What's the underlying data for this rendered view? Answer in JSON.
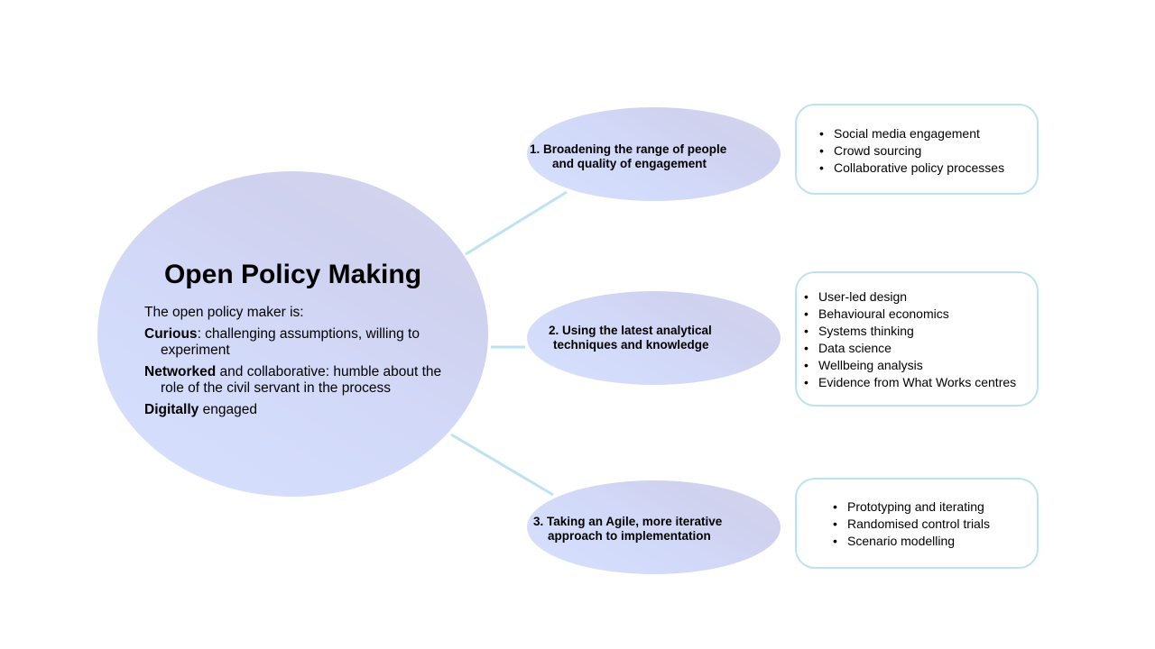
{
  "center": {
    "title": "Open Policy Making",
    "intro": "The open policy maker is:",
    "traits": [
      {
        "bold": "Curious",
        "rest": ": challenging assumptions, willing to",
        "cont": "experiment"
      },
      {
        "bold": "Networked",
        "rest": " and collaborative: humble about the",
        "cont": "role of the civil servant in the process"
      },
      {
        "bold": "Digitally",
        "rest": " engaged"
      }
    ]
  },
  "branches": [
    {
      "line1": "1. Broadening the range of people",
      "line2": "and quality of engagement",
      "items": [
        "Social media engagement",
        "Crowd sourcing",
        "Collaborative policy processes"
      ]
    },
    {
      "line1": "2. Using the latest analytical",
      "line2": "techniques and knowledge",
      "items": [
        "User-led design",
        "Behavioural economics",
        "Systems thinking",
        "Data science",
        "Wellbeing analysis",
        "Evidence from What Works centres"
      ]
    },
    {
      "line1": "3. Taking an Agile, more iterative",
      "line2": "approach to implementation",
      "items": [
        "Prototyping and iterating",
        "Randomised control trials",
        "Scenario modelling"
      ]
    }
  ],
  "colors": {
    "connector": "#bde2f1",
    "ellipse": "#d3daf8"
  }
}
